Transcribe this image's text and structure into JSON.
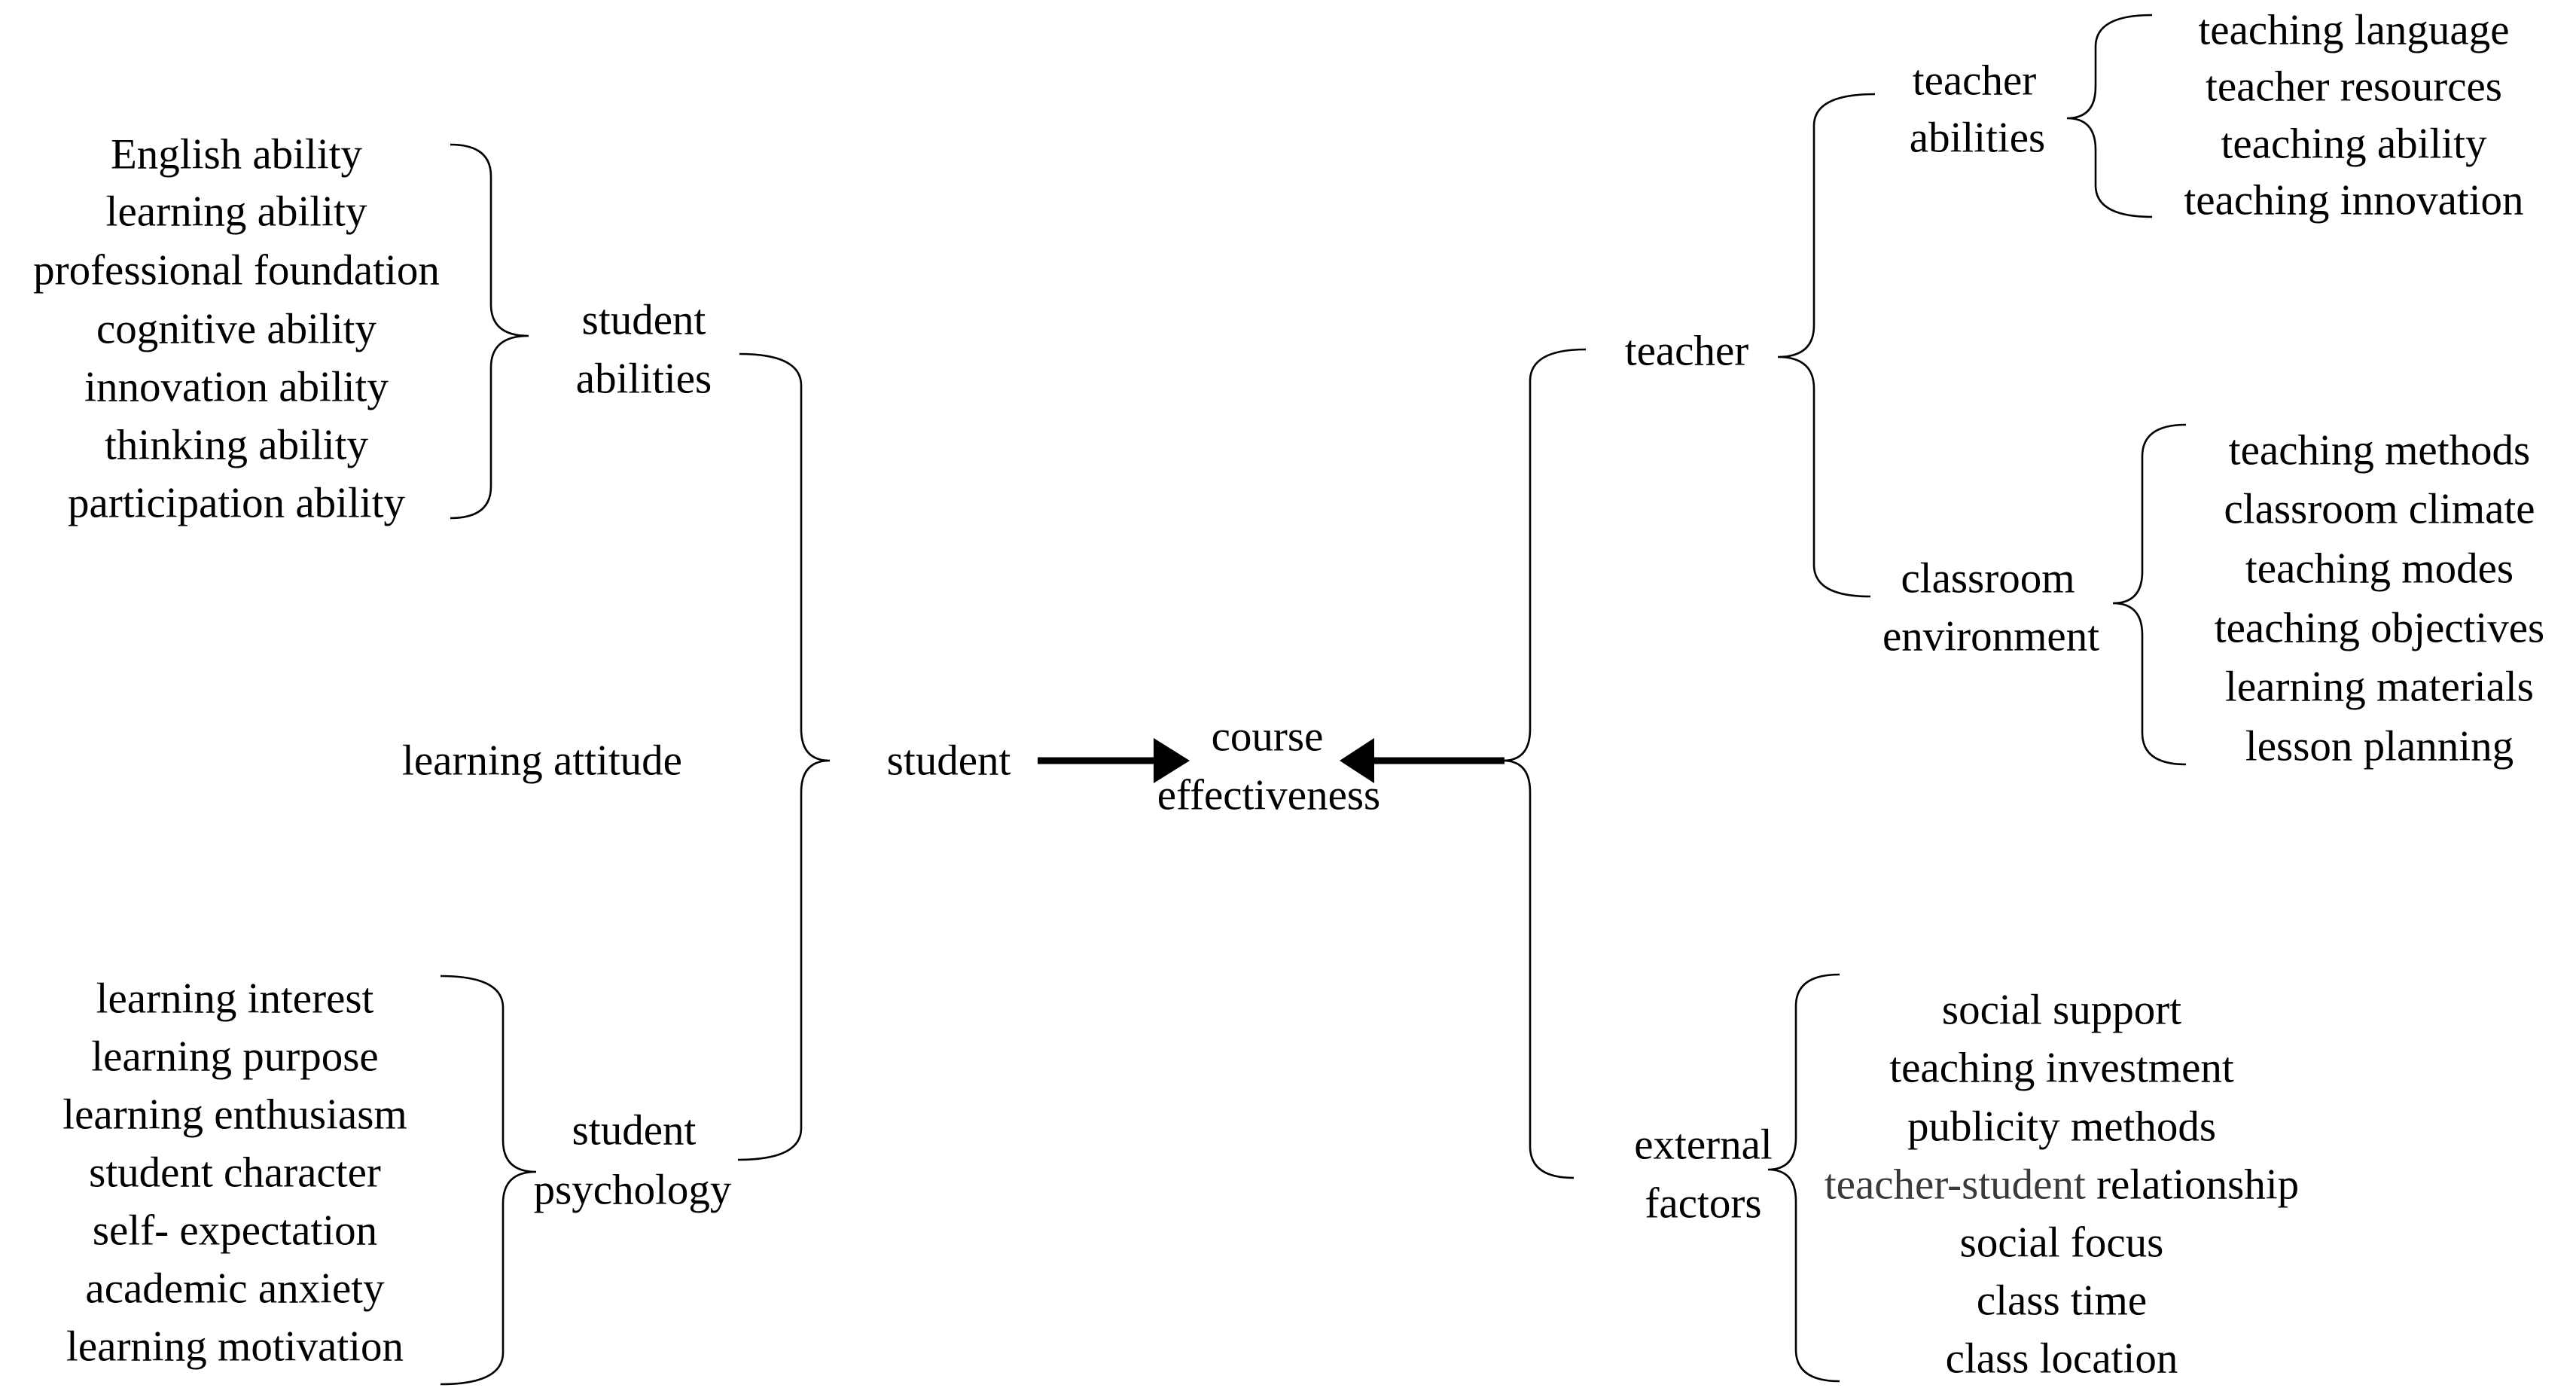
{
  "colors": {
    "background": "#ffffff",
    "text": "#000000",
    "muted_text": "#3a3a3a",
    "line": "#000000"
  },
  "nodes": {
    "student": "student",
    "course_effectiveness": [
      "course",
      "effectiveness"
    ],
    "teacher": "teacher",
    "student_abilities": [
      "student",
      "abilities"
    ],
    "learning_attitude": "learning attitude",
    "student_psychology": [
      "student",
      "psychology"
    ],
    "teacher_abilities": [
      "teacher",
      "abilities"
    ],
    "classroom_environment": [
      "classroom",
      "environment"
    ],
    "external_factors": [
      "external",
      "factors"
    ]
  },
  "lists": {
    "student_abilities_factors": [
      "English ability",
      "learning ability",
      "professional foundation",
      "cognitive ability",
      "innovation ability",
      "thinking ability",
      "participation ability"
    ],
    "student_psychology_factors": [
      "learning interest",
      "learning purpose",
      "learning enthusiasm",
      "student character",
      "self- expectation",
      "academic anxiety",
      "learning motivation"
    ],
    "teacher_abilities_factors": [
      "teaching language",
      "teacher resources",
      "teaching ability",
      "teaching innovation"
    ],
    "classroom_environment_factors": [
      "teaching methods",
      "classroom climate",
      "teaching modes",
      "teaching objectives",
      "learning materials",
      "lesson planning"
    ],
    "external_factors_items": [
      "social support",
      "teaching investment",
      "publicity methods",
      "teacher-student relationship",
      "social focus",
      "class time",
      "class location"
    ]
  },
  "external_item_split": {
    "prefix": "teacher-student",
    "suffix": "relationship"
  }
}
